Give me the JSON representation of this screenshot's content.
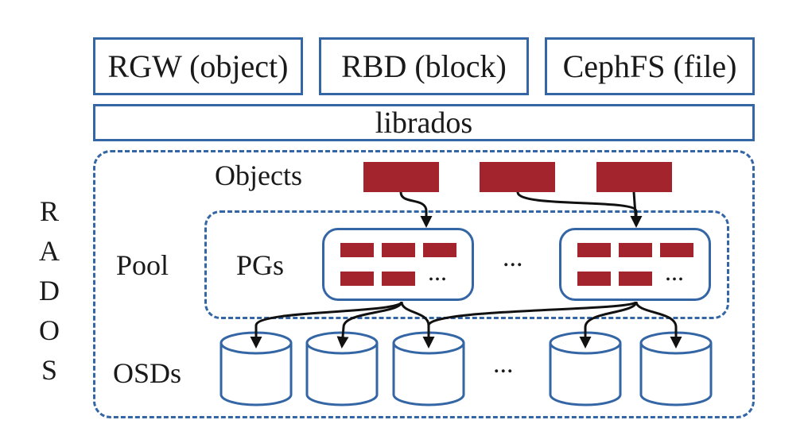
{
  "interfaces": {
    "rgw": "RGW (object)",
    "rbd": "RBD (block)",
    "cephfs": "CephFS (file)"
  },
  "librados": "librados",
  "rados": [
    "R",
    "A",
    "D",
    "O",
    "S"
  ],
  "labels": {
    "objects": "Objects",
    "pool": "Pool",
    "pgs": "PGs",
    "osds": "OSDs"
  },
  "ellipsis": "...",
  "colors": {
    "border": "#3466a6",
    "object_fill": "#a3242c",
    "osd_stroke": "#3466a6",
    "arrow": "#111111"
  }
}
